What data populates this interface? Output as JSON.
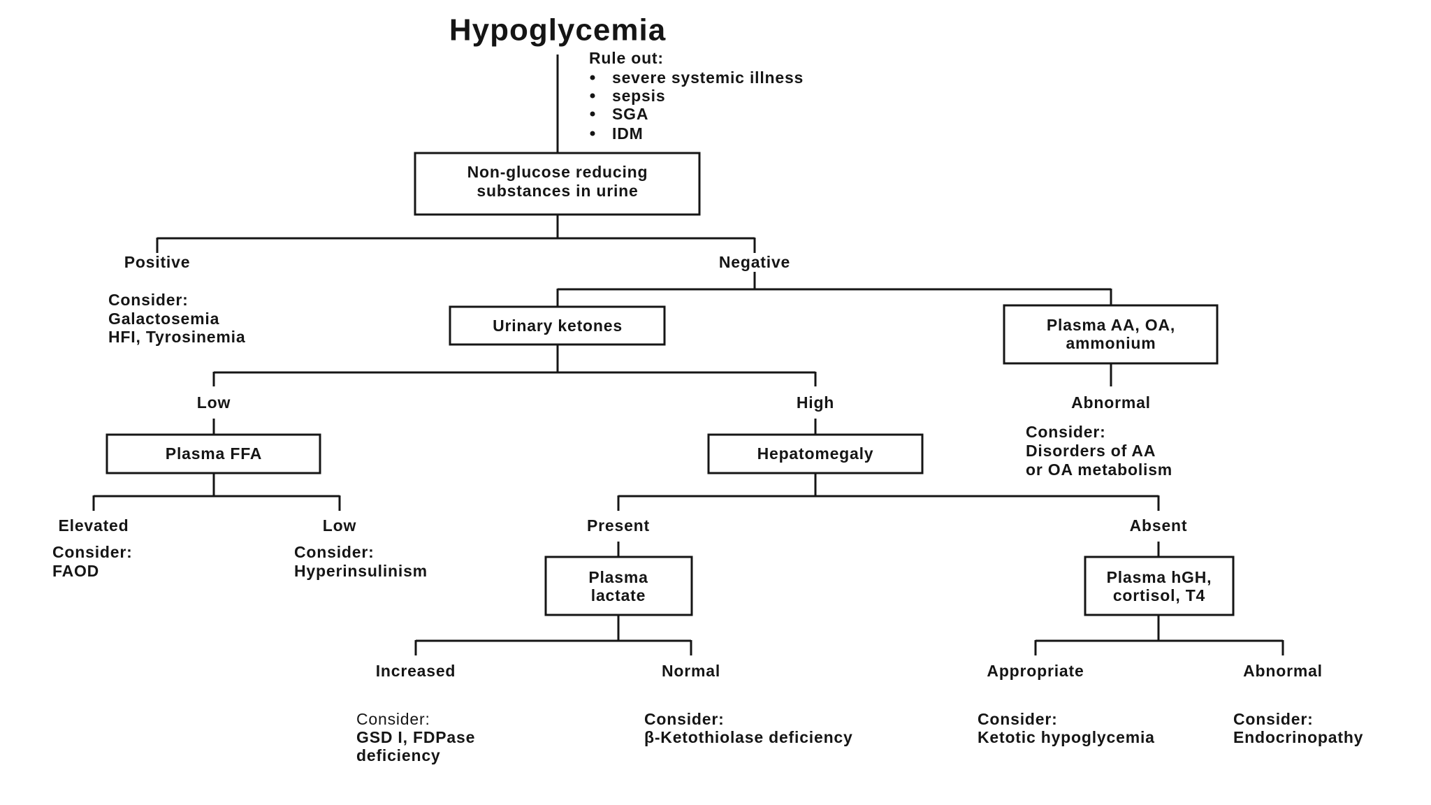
{
  "title": "Hypoglycemia",
  "rule_out": {
    "label": "Rule out:",
    "items": [
      "severe systemic illness",
      "sepsis",
      "SGA",
      "IDM"
    ]
  },
  "reducing_substances": {
    "box": [
      "Non-glucose reducing",
      "substances in urine"
    ],
    "positive": {
      "label": "Positive",
      "consider": [
        "Consider:",
        "Galactosemia",
        "HFI, Tyrosinemia"
      ]
    },
    "negative": {
      "label": "Negative"
    }
  },
  "urinary_ketones": {
    "box": [
      "Urinary ketones"
    ],
    "low": {
      "label": "Low"
    },
    "high": {
      "label": "High"
    }
  },
  "plasma_aa": {
    "box": [
      "Plasma AA, OA,",
      "ammonium"
    ],
    "abnormal": {
      "label": "Abnormal",
      "consider": [
        "Consider:",
        "Disorders of AA",
        "or OA metabolism"
      ]
    }
  },
  "plasma_ffa": {
    "box": [
      "Plasma FFA"
    ],
    "elevated": {
      "label": "Elevated",
      "consider": [
        "Consider:",
        "FAOD"
      ]
    },
    "low": {
      "label": "Low",
      "consider": [
        "Consider:",
        "Hyperinsulinism"
      ]
    }
  },
  "hepatomegaly": {
    "box": [
      "Hepatomegaly"
    ],
    "present": {
      "label": "Present"
    },
    "absent": {
      "label": "Absent"
    }
  },
  "plasma_lactate": {
    "box": [
      "Plasma",
      "lactate"
    ],
    "increased": {
      "label": "Increased",
      "consider": [
        "Consider:",
        "GSD I, FDPase",
        "deficiency"
      ]
    },
    "normal": {
      "label": "Normal",
      "consider": [
        "Consider:",
        "β-Ketothiolase deficiency"
      ]
    }
  },
  "plasma_hgh": {
    "box": [
      "Plasma hGH,",
      "cortisol, T4"
    ],
    "appropriate": {
      "label": "Appropriate",
      "consider": [
        "Consider:",
        "Ketotic hypoglycemia"
      ]
    },
    "abnormal": {
      "label": "Abnormal",
      "consider": [
        "Consider:",
        "Endocrinopathy"
      ]
    }
  }
}
